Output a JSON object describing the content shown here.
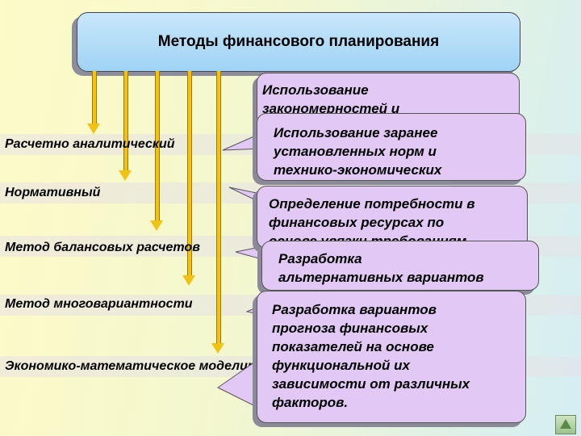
{
  "title": "Методы финансового планирования",
  "methods": [
    "Расчетно аналитический",
    "Нормативный",
    "Метод балансовых расчетов",
    "Метод многовариантности",
    "Экономико-математическое моделирование"
  ],
  "callouts": [
    "Использование\nзакономерностей и",
    "Использование заранее\nустановленных норм и\nтехнико-экономических",
    "Определение потребности в\nфинансовых ресурсах по\nоснове увязки требованиям",
    "Разработка\nальтернативных вариантов",
    "Разработка вариантов\nпрогноза финансовых\nпоказателей на основе\nфункциональной их\nзависимости от различных\nфакторов."
  ],
  "colors": {
    "title_fill": "#a7d6f5",
    "arrow": "#f2c213",
    "callout_fill": "#e2c8f4"
  },
  "icons": {
    "nav": "triangle-up-icon"
  }
}
